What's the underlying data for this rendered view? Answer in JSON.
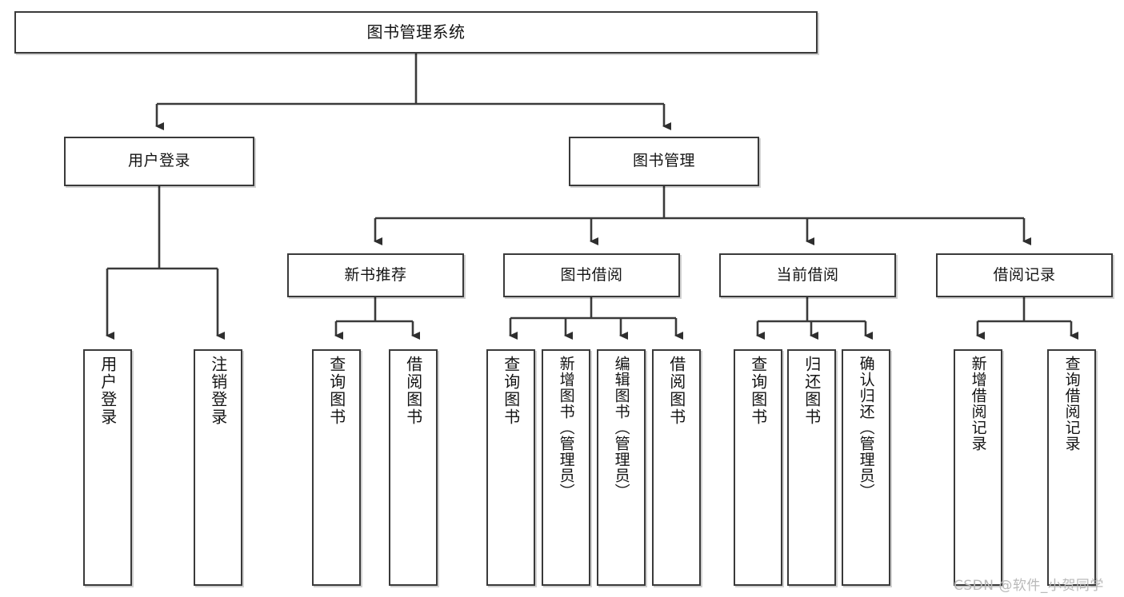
{
  "diagram": {
    "type": "tree",
    "title": "图书管理系统",
    "orientation": "top-down",
    "colors": {
      "box_border": "#3a3a3a",
      "box_fill": "#ffffff",
      "connector": "#3a3a3a",
      "text": "#141414",
      "watermark": "#b9b9b9"
    },
    "root": {
      "label": "图书管理系统"
    },
    "level2": [
      {
        "id": "user-login",
        "label": "用户登录"
      },
      {
        "id": "book-management",
        "label": "图书管理"
      }
    ],
    "level3": [
      {
        "id": "new-book-recommend",
        "label": "新书推荐",
        "parent": "book-management"
      },
      {
        "id": "book-borrow",
        "label": "图书借阅",
        "parent": "book-management"
      },
      {
        "id": "current-borrow",
        "label": "当前借阅",
        "parent": "book-management"
      },
      {
        "id": "borrow-record",
        "label": "借阅记录",
        "parent": "book-management"
      }
    ],
    "leaves": [
      {
        "id": "leaf-user-login",
        "label": "用户登录",
        "parent": "user-login"
      },
      {
        "id": "leaf-logout-login",
        "label": "注销登录",
        "parent": "user-login"
      },
      {
        "id": "leaf-query-book-1",
        "label": "查询图书",
        "parent": "new-book-recommend"
      },
      {
        "id": "leaf-borrow-book-1",
        "label": "借阅图书",
        "parent": "new-book-recommend"
      },
      {
        "id": "leaf-query-book-2",
        "label": "查询图书",
        "parent": "book-borrow"
      },
      {
        "id": "leaf-add-book",
        "label": "新增图书（管理员）",
        "parent": "book-borrow"
      },
      {
        "id": "leaf-edit-book",
        "label": "编辑图书（管理员）",
        "parent": "book-borrow"
      },
      {
        "id": "leaf-borrow-book-2",
        "label": "借阅图书",
        "parent": "book-borrow"
      },
      {
        "id": "leaf-query-book-3",
        "label": "查询图书",
        "parent": "current-borrow"
      },
      {
        "id": "leaf-return-book",
        "label": "归还图书",
        "parent": "current-borrow"
      },
      {
        "id": "leaf-confirm-return",
        "label": "确认归还（管理员）",
        "parent": "current-borrow"
      },
      {
        "id": "leaf-add-borrow-record",
        "label": "新增借阅记录",
        "parent": "borrow-record"
      },
      {
        "id": "leaf-query-borrow-record",
        "label": "查询借阅记录",
        "parent": "borrow-record"
      }
    ],
    "watermark": "CSDN @软件_小贺同学"
  }
}
